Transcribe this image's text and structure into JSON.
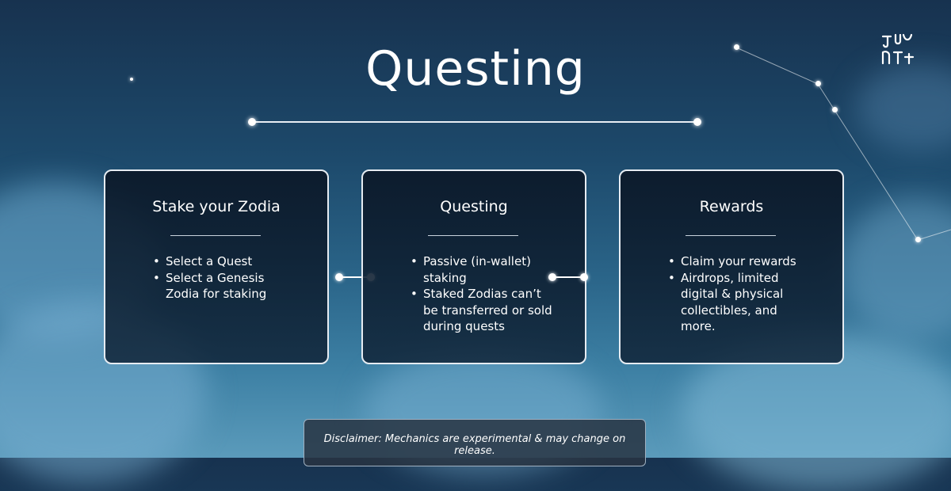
{
  "title": "Questing",
  "logo_icon": "brand-logo-icon",
  "cards": [
    {
      "title": "Stake your Zodia",
      "items": [
        "Select a Quest",
        "Select a Genesis Zodia for staking"
      ]
    },
    {
      "title": "Questing",
      "items": [
        "Passive (in-wallet) staking",
        "Staked Zodias can’t be transferred or sold during quests"
      ]
    },
    {
      "title": "Rewards",
      "items": [
        "Claim your rewards",
        "Airdrops, limited digital & physical collectibles, and more."
      ]
    }
  ],
  "disclaimer": "Disclaimer: Mechanics are experimental & may change on release.",
  "colors": {
    "accent": "#ffffff",
    "card_bg": "#0e1e30",
    "sky": "#1d4a6c"
  }
}
